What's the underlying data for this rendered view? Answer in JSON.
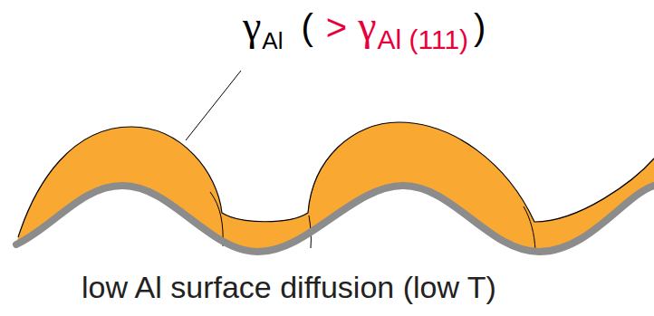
{
  "diagram": {
    "labels": [
      "γ",
      "Al",
      "(",
      ">",
      "γ",
      "Al (111)",
      ")",
      "low Al surface diffusion (low T)"
    ]
  }
}
